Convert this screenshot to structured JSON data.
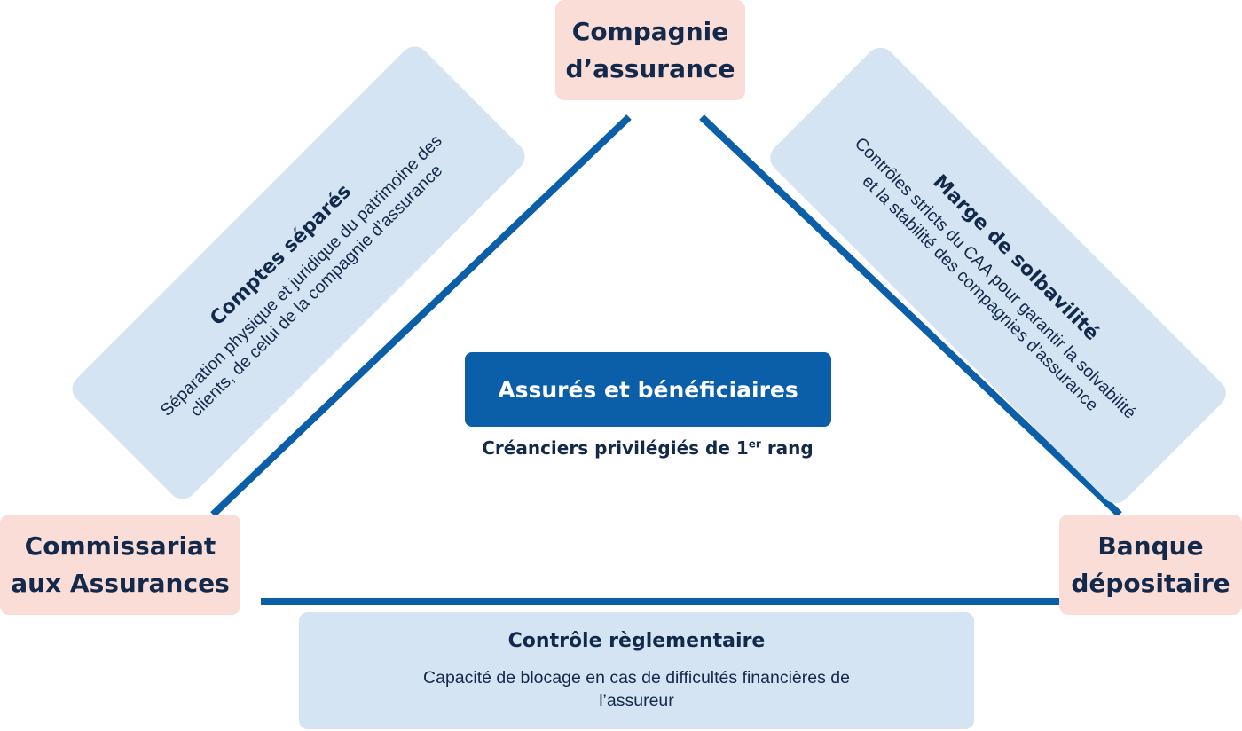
{
  "colors": {
    "node_bg": "#f9ddd6",
    "panel_bg": "#d4e4f2",
    "line": "#0b5ea8",
    "text": "#13294b",
    "center_bg": "#0b5ea8"
  },
  "nodes": {
    "top": {
      "line1": "Compagnie",
      "line2": "d’assurance"
    },
    "left": {
      "line1": "Commissariat",
      "line2": "aux Assurances"
    },
    "right": {
      "line1": "Banque",
      "line2": "dépositaire"
    }
  },
  "panels": {
    "left": {
      "title": "Comptes séparés",
      "description": "Séparation physique et juridique du patrimoine des clients, de celui de la compagnie d’assurance"
    },
    "right": {
      "title": "Marge de solbavilité",
      "description": "Contrôles stricts du CAA pour garantir la solvabilité et la stabilité des compagnies d’assurance"
    },
    "bottom": {
      "title": "Contrôle règlementaire",
      "description": "Capacité de blocage en cas de difficultés financières de l’assureur"
    }
  },
  "center": {
    "label": "Assurés et bénéficiaires",
    "sub_prefix": "Créanciers privilégiés de 1",
    "sub_sup": "er",
    "sub_suffix": " rang"
  }
}
